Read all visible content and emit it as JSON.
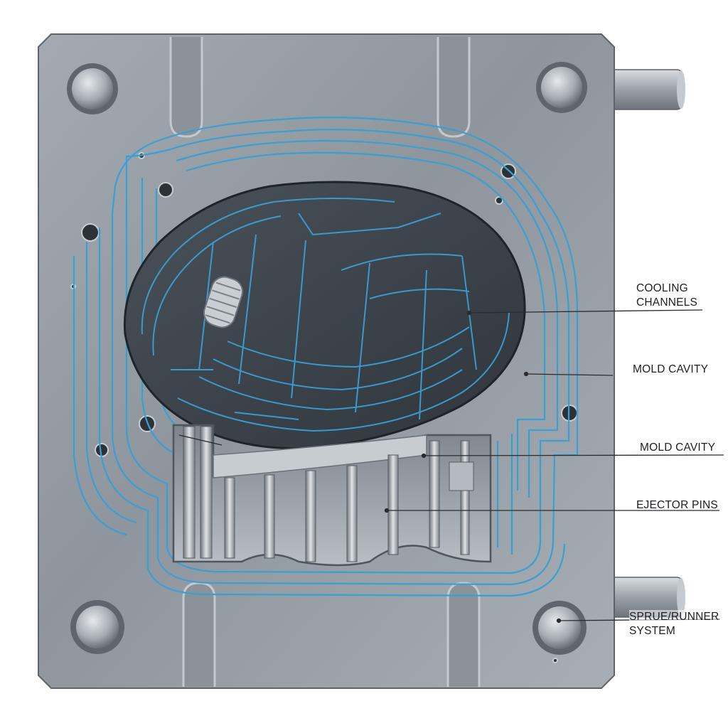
{
  "callouts": {
    "cooling_channels": {
      "line1": "COOLING",
      "line2": "CHANNELS"
    },
    "mold_cavity_1": "MOLD CAVITY",
    "mold_cavity_2": "MOLD CAVITY",
    "ejector_pins": "EJECTOR PINS",
    "sprue_runner": {
      "line1": "SPRUE/RUNNER",
      "line2": "SYSTEM"
    }
  },
  "colors": {
    "plate": "#8f979f",
    "plate_light": "#b4bbc2",
    "plate_dark": "#666d74",
    "cooling_channel": "#3b9ed4",
    "cavity": "#3e454c",
    "leader_line": "#2a2c2f"
  }
}
